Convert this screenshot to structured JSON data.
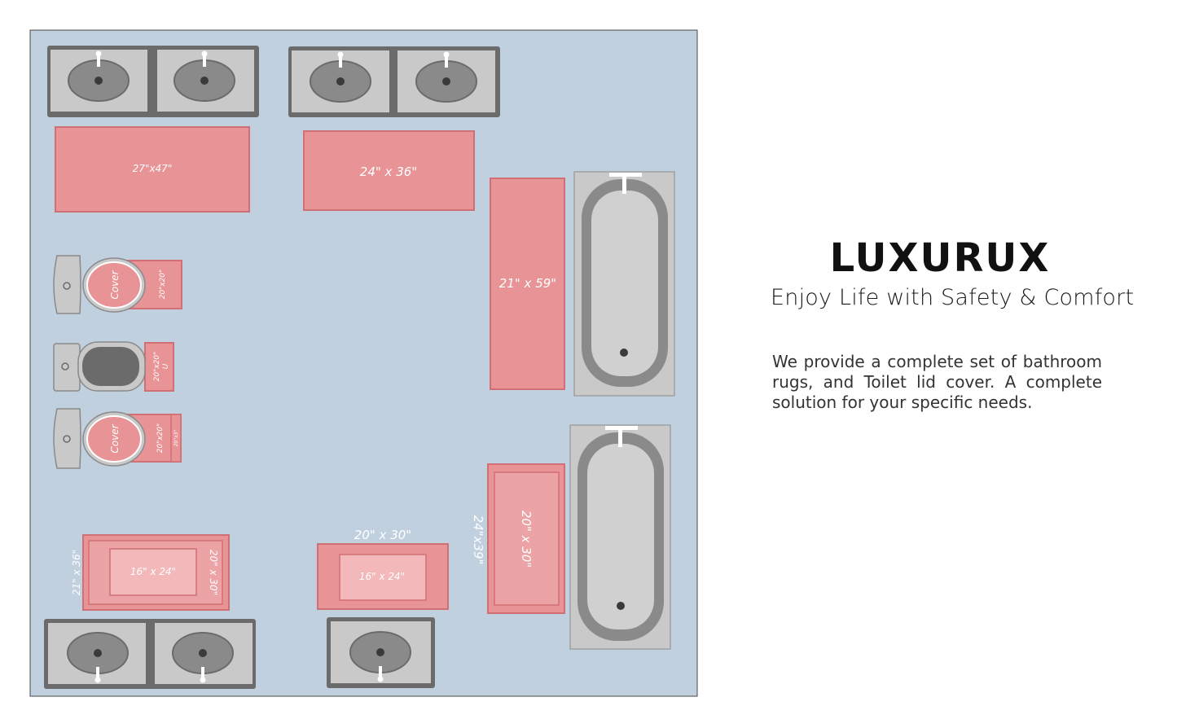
{
  "brand": {
    "name": "LUXURUX",
    "tagline": "Enjoy Life with Safety & Comfort"
  },
  "description": "We provide a complete set of bathroom rugs, and Toilet lid cover. A complete solution for your specific needs.",
  "colors": {
    "floor": "#c0d0df",
    "rug": "#e89395",
    "rug_border": "#d06f74",
    "fixture": "#c9c9ca",
    "fixture_dark": "#8a8a8b"
  },
  "labels": {
    "rug_27x47": "27\"x47\"",
    "rug_24x36": "24\" x 36\"",
    "rug_21x59": "21\" x 59\"",
    "lid_cover_1": "Cover",
    "lid_cover_2": "Cover",
    "contour_20x20_1": "20\"x20\"",
    "contour_20x20_u": "20\"x20\"",
    "u_mark": "U",
    "contour_20x20_3": "20\"x20\"",
    "contour_small": "20\"x3\"",
    "set_21x36": "21\" x 36\"",
    "set_20x30_side": "20\" x 30\"",
    "set_16x24_a": "16\" x 24\"",
    "set_20x30_top": "20\" x 30\"",
    "set_16x24_b": "16\" x 24\"",
    "set_24x39": "24\"x39\"",
    "set_20x30_vert": "20\" x 30\""
  }
}
